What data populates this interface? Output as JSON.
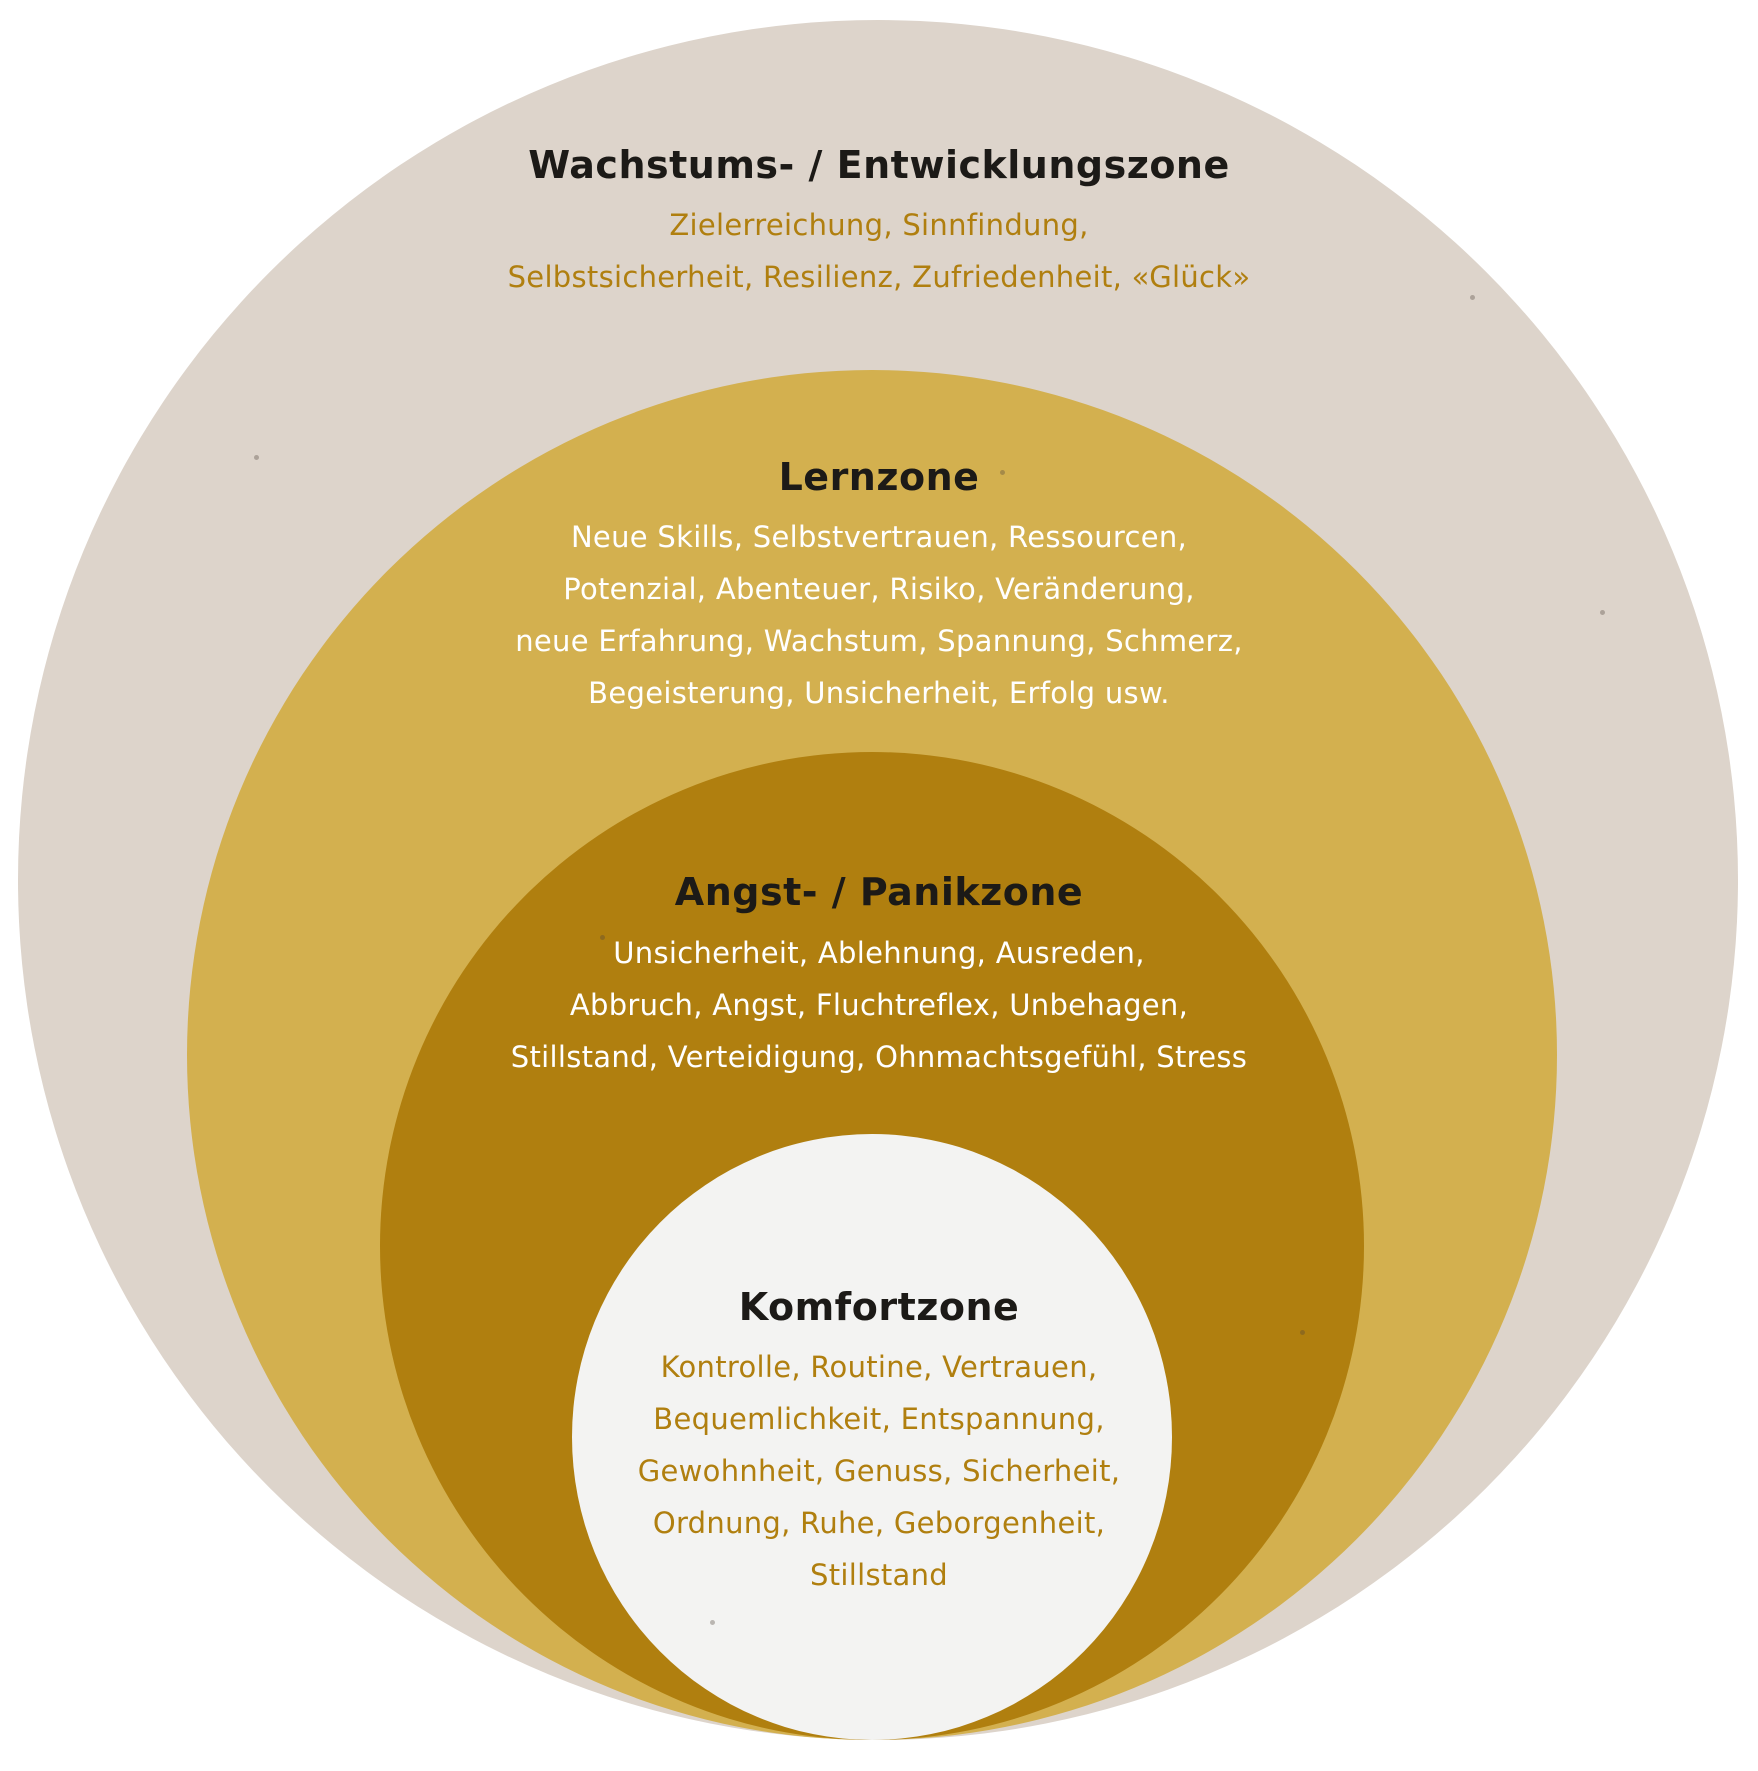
{
  "zones": {
    "growth": {
      "title": "Wachstums- / Entwicklungszone",
      "lines": [
        "Zielerreichung, Sinnfindung,",
        "Selbstsicherheit, Resilienz, Zufriedenheit, «Glück»"
      ],
      "fill_color": "#ddd4cb",
      "text_color": "#b07f0f"
    },
    "learning": {
      "title": "Lernzone",
      "lines": [
        "Neue Skills, Selbstvertrauen, Ressourcen,",
        "Potenzial, Abenteuer, Risiko, Veränderung,",
        "neue Erfahrung, Wachstum, Spannung, Schmerz,",
        "Begeisterung, Unsicherheit, Erfolg usw."
      ],
      "fill_color": "#d3b04f",
      "text_color": "#ffffff"
    },
    "fear": {
      "title": "Angst- / Panikzone",
      "lines": [
        "Unsicherheit, Ablehnung, Ausreden,",
        "Abbruch, Angst, Fluchtreflex, Unbehagen,",
        "Stillstand, Verteidigung, Ohnmachtsgefühl, Stress"
      ],
      "fill_color": "#b07f0f",
      "text_color": "#ffffff"
    },
    "comfort": {
      "title": "Komfortzone",
      "lines": [
        "Kontrolle, Routine, Vertrauen,",
        "Bequemlichkeit, Entspannung,",
        "Gewohnheit, Genuss, Sicherheit,",
        "Ordnung, Ruhe, Geborgenheit,",
        "Stillstand"
      ],
      "fill_color": "#f3f3f2",
      "text_color": "#b07f0f"
    },
    "title_color": "#1c1a17"
  }
}
